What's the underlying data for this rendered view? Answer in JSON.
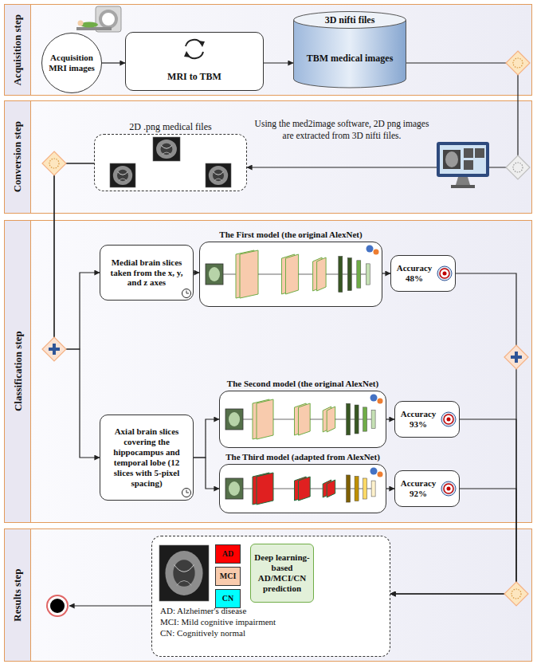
{
  "diagram": {
    "nodes": [
      {
        "text": [
          "Acquisition step"
        ]
      },
      {
        "text": [
          "Acquisition MRI images"
        ],
        "in": 0
      },
      {
        "text": [
          "MRI to TBM"
        ],
        "in": 0
      },
      {
        "text": [
          "3D nifti files",
          "TBM medical images"
        ],
        "in": 0
      },
      {
        "text": [
          "Conversion step"
        ]
      },
      {
        "text": [
          "2D .png medical files"
        ],
        "in": 4
      },
      {
        "text": [
          "Classification step"
        ]
      },
      {
        "text": [
          "Medial brain slices taken from the x, y, and z axes"
        ],
        "in": 6
      },
      {
        "text": [
          "Axial brain slices covering the hippocampus and temporal lobe (12 slices with 5-pixel spacing)"
        ],
        "in": 6
      },
      {
        "text": [
          "The First model (the original AlexNet)"
        ],
        "in": 6
      },
      {
        "text": [
          "The Second model (the original AlexNet)"
        ],
        "in": 6
      },
      {
        "text": [
          "The Third model (adapted from AlexNet)"
        ],
        "in": 6
      },
      {
        "text": [
          "Accuracy 48%"
        ],
        "in": 6
      },
      {
        "text": [
          "Accuracy 93%"
        ],
        "in": 6
      },
      {
        "text": [
          "Accuracy 92%"
        ],
        "in": 6
      },
      {
        "text": [
          "Results step"
        ]
      },
      {
        "text": [
          "AD: Alzheimer's disease",
          "MCI: Mild cognitive impairment",
          "CN: Cognitively normal"
        ],
        "in": 15
      },
      {
        "text": [
          "AD"
        ],
        "in": 16
      },
      {
        "text": [
          "MCI"
        ],
        "in": 16
      },
      {
        "text": [
          "CN"
        ],
        "in": 16
      },
      {
        "text": [
          "Deep learning-based AD/MCI/CN prediction"
        ],
        "in": 16
      }
    ],
    "edges": [
      {
        "from": 1,
        "to": 2,
        "arrow": "to"
      },
      {
        "from": 2,
        "to": 3,
        "arrow": "to"
      },
      {
        "from": 3,
        "to": 5,
        "arrow": "to"
      },
      {
        "from": 5,
        "to": 7,
        "arrow": "to"
      },
      {
        "from": 5,
        "to": 8,
        "arrow": "to"
      },
      {
        "from": 7,
        "to": 9,
        "arrow": "to"
      },
      {
        "from": 8,
        "to": 10,
        "arrow": "to"
      },
      {
        "from": 8,
        "to": 11,
        "arrow": "to"
      },
      {
        "from": 9,
        "to": 12,
        "arrow": "to"
      },
      {
        "from": 10,
        "to": 13,
        "arrow": "to"
      },
      {
        "from": 11,
        "to": 14,
        "arrow": "to"
      },
      {
        "from": 12,
        "to": 16,
        "arrow": "to"
      },
      {
        "from": 13,
        "to": 16,
        "arrow": "to"
      },
      {
        "from": 14,
        "to": 16,
        "arrow": "to"
      }
    ],
    "labels": [
      "Using the med2image software, 2D png images are extracted from 3D nifti files."
    ]
  }
}
